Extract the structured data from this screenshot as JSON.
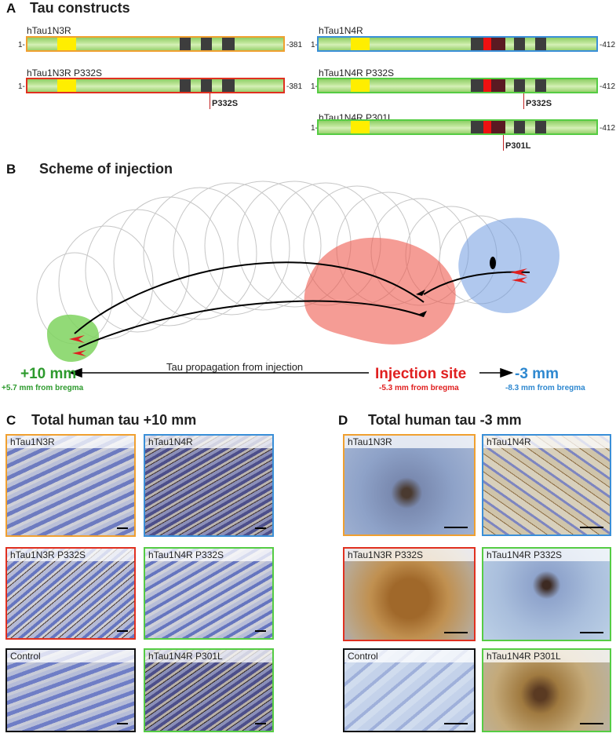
{
  "panels": {
    "a": {
      "letter": "A",
      "title": "Tau constructs"
    },
    "b": {
      "letter": "B",
      "title": "Scheme of injection"
    },
    "c": {
      "letter": "C",
      "title": "Total human tau +10 mm"
    },
    "d": {
      "letter": "D",
      "title": "Total human tau -3 mm"
    }
  },
  "constructs": [
    {
      "name": "hTau1N3R",
      "start": "1-",
      "end": "-381",
      "border": "#f0a030"
    },
    {
      "name": "hTau1N3R P332S",
      "start": "1-",
      "end": "-381",
      "border": "#e03020",
      "mutation": "P332S"
    },
    {
      "name": "hTau1N4R",
      "start": "1-",
      "end": "-412",
      "border": "#3a8fd8"
    },
    {
      "name": "hTau1N4R P332S",
      "start": "1-",
      "end": "-412",
      "border": "#55cc44",
      "mutation": "P332S"
    },
    {
      "name": "hTau1N4R P301L",
      "start": "1-",
      "end": "-412",
      "border": "#55cc44",
      "mutation": "P301L"
    }
  ],
  "scheme": {
    "left_value": "+10 mm",
    "left_sub": "+5.7 mm from bregma",
    "arrow_label": "Tau propagation from injection",
    "center_value": "Injection site",
    "center_sub": "-5.3 mm from bregma",
    "right_value": "-3 mm",
    "right_sub": "-8.3 mm from bregma",
    "colors": {
      "green": "#2d9a2d",
      "red": "#e02020",
      "blue": "#2e88d0"
    }
  },
  "panel_c": [
    {
      "label": "hTau1N3R",
      "border": "#f0a030"
    },
    {
      "label": "hTau1N4R",
      "border": "#3a8fd8"
    },
    {
      "label": "hTau1N3R P332S",
      "border": "#e03020"
    },
    {
      "label": "hTau1N4R P332S",
      "border": "#55cc44"
    },
    {
      "label": "Control",
      "border": "#111111"
    },
    {
      "label": "hTau1N4R P301L",
      "border": "#55cc44"
    }
  ],
  "panel_d": [
    {
      "label": "hTau1N3R",
      "border": "#f0a030"
    },
    {
      "label": "hTau1N4R",
      "border": "#3a8fd8"
    },
    {
      "label": "hTau1N3R P332S",
      "border": "#e03020"
    },
    {
      "label": "hTau1N4R P332S",
      "border": "#55cc44"
    },
    {
      "label": "Control",
      "border": "#111111"
    },
    {
      "label": "hTau1N4R P301L",
      "border": "#55cc44"
    }
  ]
}
